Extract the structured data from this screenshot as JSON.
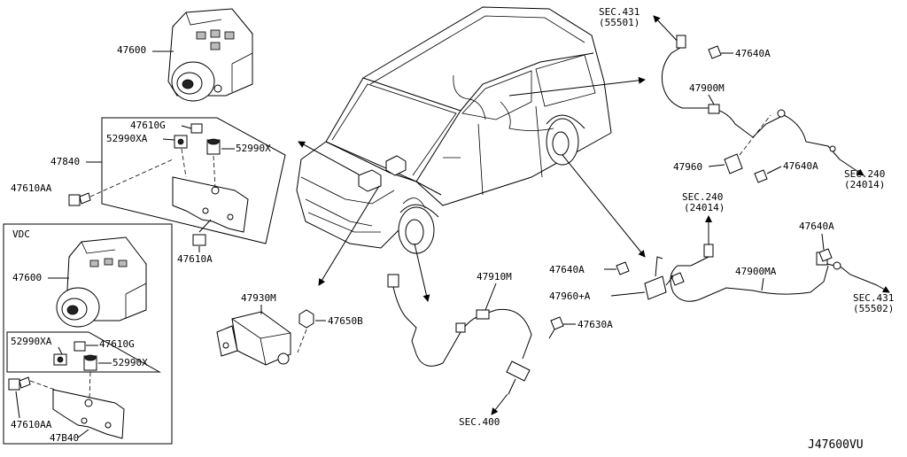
{
  "diagram_id": "J47600VU",
  "vdc_label": "VDC",
  "labels": {
    "p47600_top": "47600",
    "p47610G_top": "47610G",
    "p52990XA_top": "52990XA",
    "p52990X_top": "52990X",
    "p47840_top": "47840",
    "p47610AA_top": "47610AA",
    "p47610A_top": "47610A",
    "p47600_vdc": "47600",
    "p52990XA_vdc": "52990XA",
    "p47610G_vdc": "47610G",
    "p52990X_vdc": "52990X",
    "p47610AA_vdc": "47610AA",
    "p47840_vdc": "47B40",
    "p47930M": "47930M",
    "p47650B": "47650B",
    "p47910M": "47910M",
    "p47630A": "47630A",
    "sec400": "SEC.400",
    "sec431_a": "SEC.431",
    "sec431_a_sub": "(55501)",
    "p47640A_1": "47640A",
    "p47900M": "47900M",
    "p47960": "47960",
    "p47640A_2": "47640A",
    "sec240_a": "SEC.240",
    "sec240_a_sub": "(24014)",
    "sec240_b": "SEC.240",
    "sec240_b_sub": "(24014)",
    "p47640A_3": "47640A",
    "p47640A_4": "47640A",
    "p47900MA": "47900MA",
    "p47960A": "47960+A",
    "sec431_b": "SEC.431",
    "sec431_b_sub": "(55502)"
  }
}
